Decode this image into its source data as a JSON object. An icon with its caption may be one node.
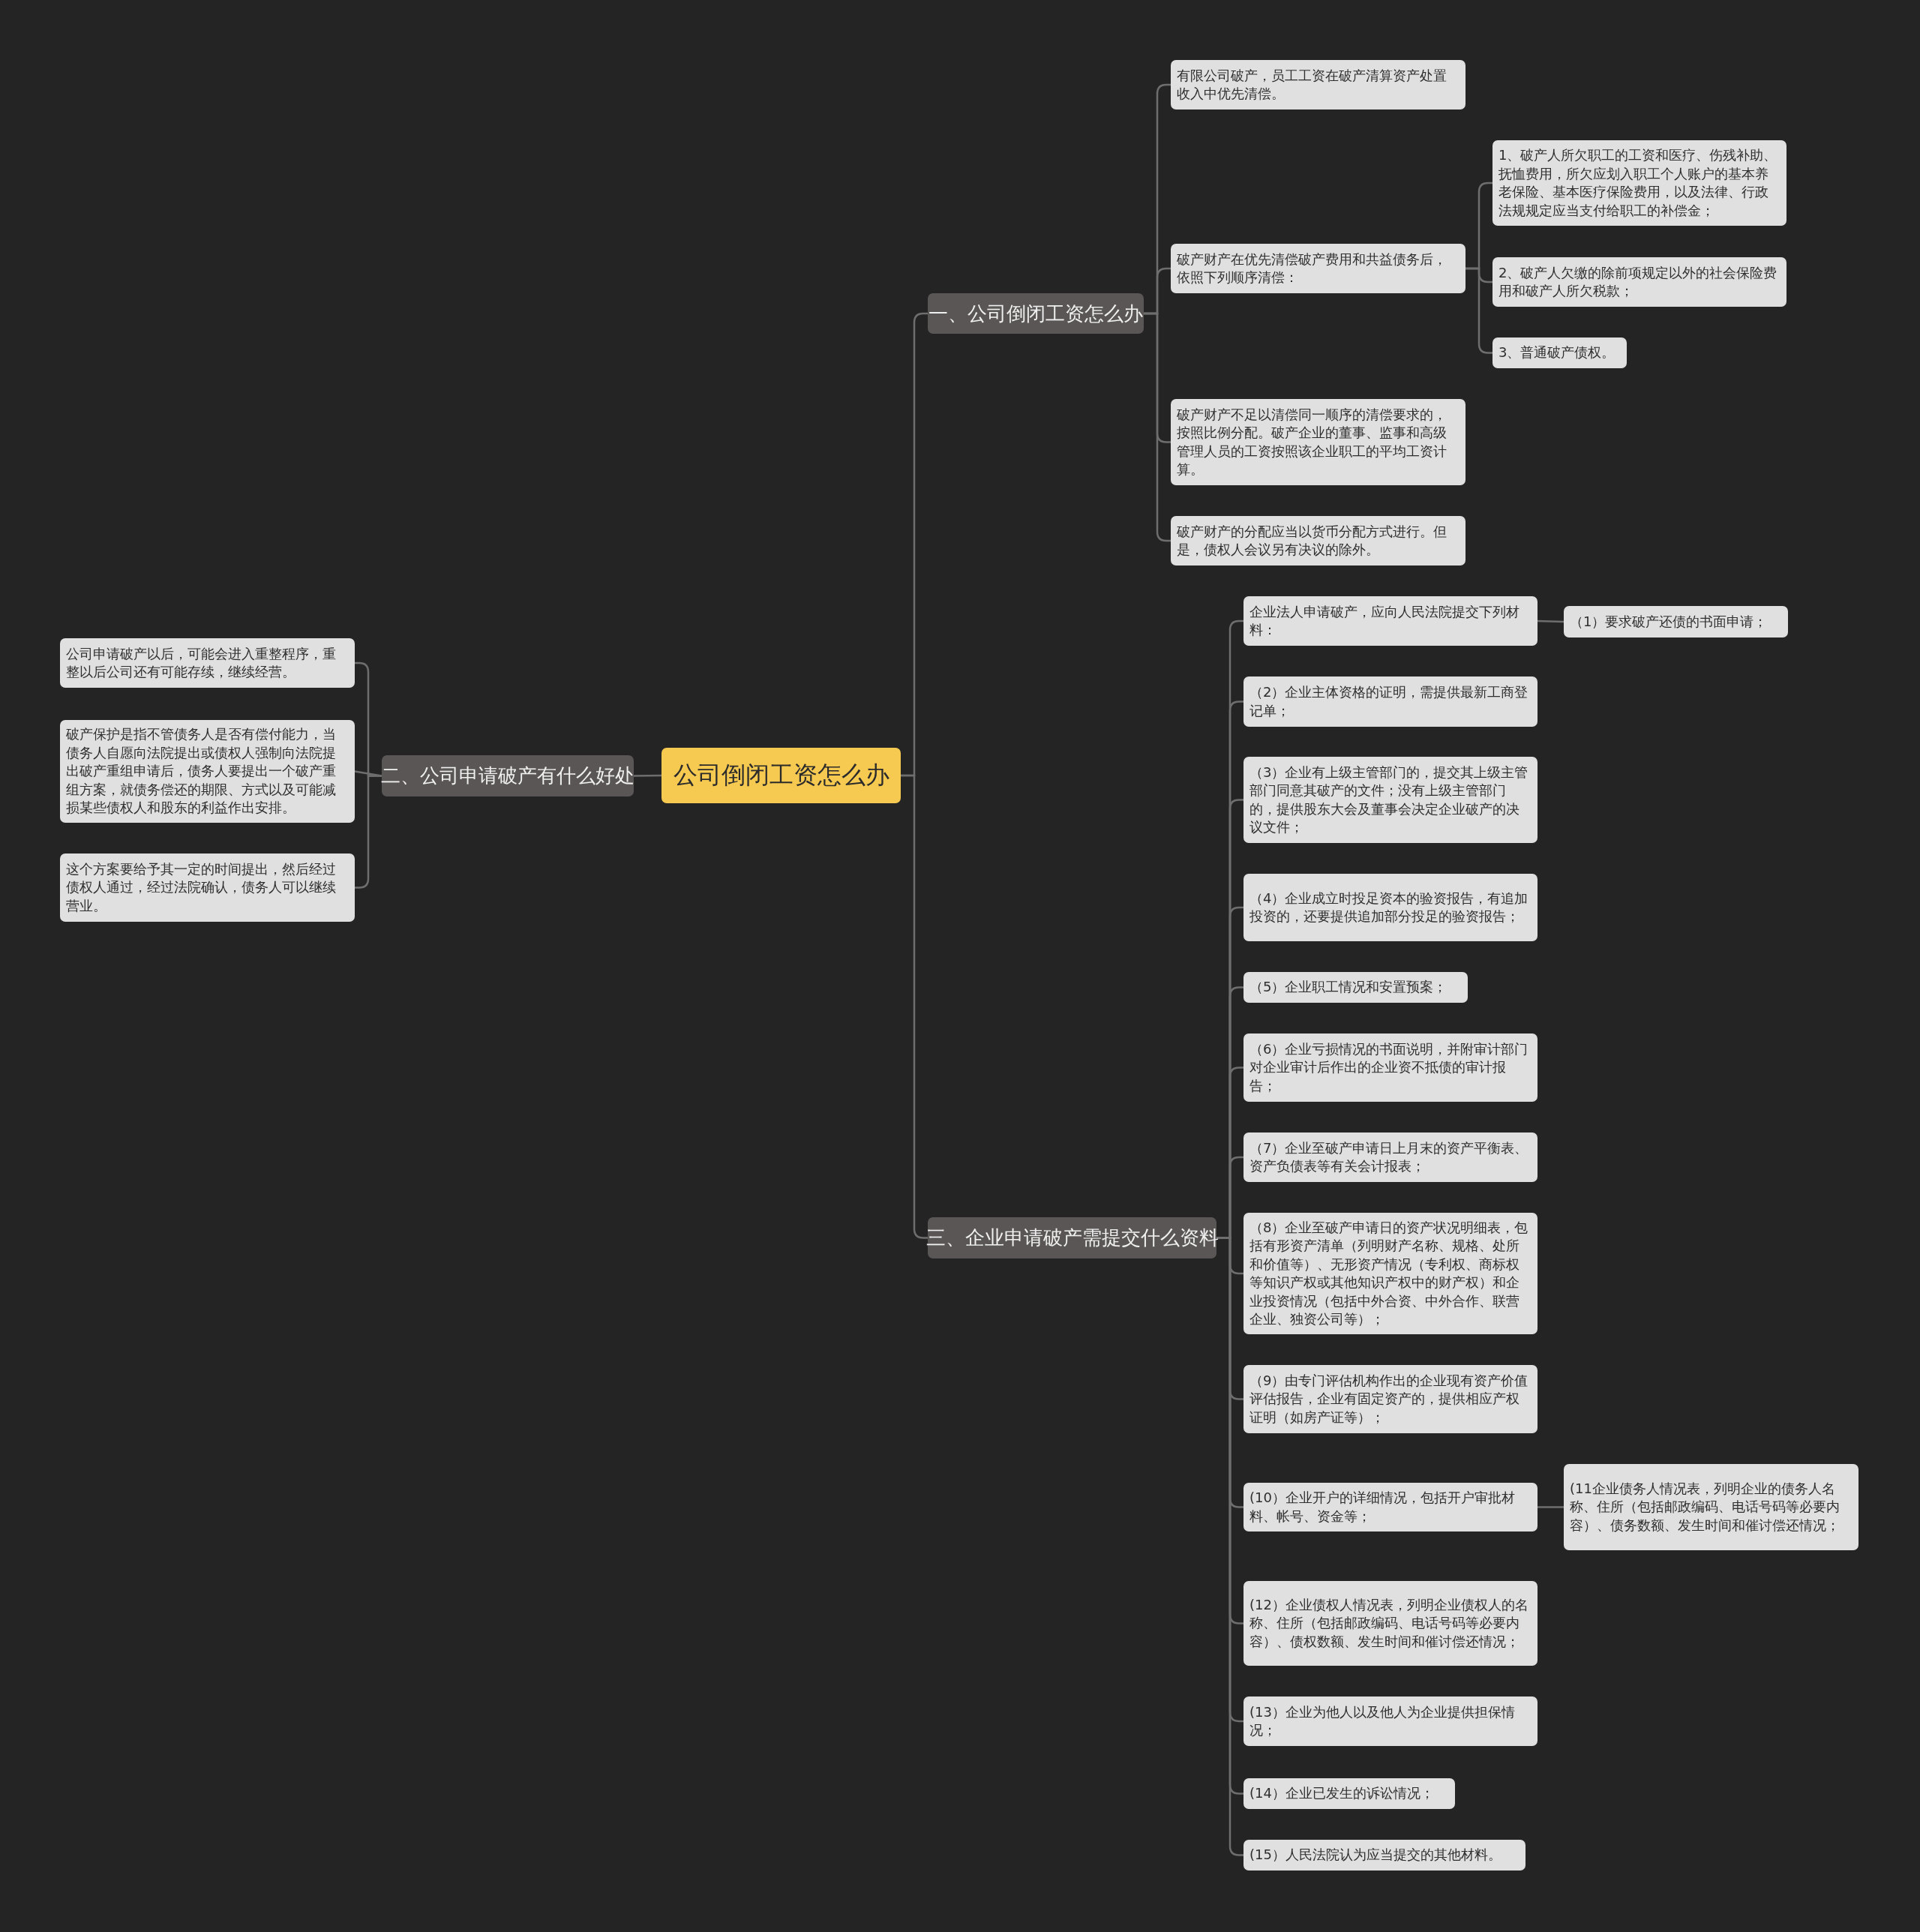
{
  "diagram": {
    "nodes": [
      {
        "text": [
          "公司倒闭工资怎么办"
        ]
      },
      {
        "text": [
          "一、公司倒闭工资怎么办"
        ]
      },
      {
        "text": [
          "有限公司破产，员工工资在破产清算资产处置收入中优先清偿。"
        ]
      },
      {
        "text": [
          "破产财产在优先清偿破产费用和共益债务后，依照下列顺序清偿："
        ]
      },
      {
        "text": [
          "1、破产人所欠职工的工资和医疗、伤残补助、抚恤费用，所欠应划入职工个人账户的基本养老保险、基本医疗保险费用，以及法律、行政法规规定应当支付给职工的补偿金；"
        ]
      },
      {
        "text": [
          "2、破产人欠缴的除前项规定以外的社会保险费用和破产人所欠税款；"
        ]
      },
      {
        "text": [
          "3、普通破产债权。"
        ]
      },
      {
        "text": [
          "破产财产不足以清偿同一顺序的清偿要求的，按照比例分配。破产企业的董事、监事和高级管理人员的工资按照该企业职工的平均工资计算。"
        ]
      },
      {
        "text": [
          "破产财产的分配应当以货币分配方式进行。但是，债权人会议另有决议的除外。"
        ]
      },
      {
        "text": [
          "二、公司申请破产有什么好处"
        ]
      },
      {
        "text": [
          "公司申请破产以后，可能会进入重整程序，重整以后公司还有可能存续，继续经营。"
        ]
      },
      {
        "text": [
          "破产保护是指不管债务人是否有偿付能力，当债务人自愿向法院提出或债权人强制向法院提出破产重组申请后，债务人要提出一个破产重组方案，就债务偿还的期限、方式以及可能减损某些债权人和股东的利益作出安排。"
        ]
      },
      {
        "text": [
          "这个方案要给予其一定的时间提出，然后经过债权人通过，经过法院确认，债务人可以继续营业。"
        ]
      },
      {
        "text": [
          "三、企业申请破产需提交什么资料"
        ]
      },
      {
        "text": [
          "企业法人申请破产，应向人民法院提交下列材料："
        ]
      },
      {
        "text": [
          "（1）要求破产还债的书面申请；"
        ]
      },
      {
        "text": [
          "（2）企业主体资格的证明，需提供最新工商登记单；"
        ]
      },
      {
        "text": [
          "（3）企业有上级主管部门的，提交其上级主管部门同意其破产的文件；没有上级主管部门的，提供股东大会及董事会决定企业破产的决议文件；"
        ]
      },
      {
        "text": [
          "（4）企业成立时投足资本的验资报告，有追加投资的，还要提供追加部分投足的验资报告；"
        ]
      },
      {
        "text": [
          "（5）企业职工情况和安置预案；"
        ]
      },
      {
        "text": [
          "（6）企业亏损情况的书面说明，并附审计部门对企业审计后作出的企业资不抵债的审计报告；"
        ]
      },
      {
        "text": [
          "（7）企业至破产申请日上月末的资产平衡表、资产负债表等有关会计报表；"
        ]
      },
      {
        "text": [
          "（8）企业至破产申请日的资产状况明细表，包括有形资产清单（列明财产名称、规格、处所和价值等）、无形资产情况（专利权、商标权等知识产权或其他知识产权中的财产权）和企业投资情况（包括中外合资、中外合作、联营企业、独资公司等）；"
        ]
      },
      {
        "text": [
          "（9）由专门评估机构作出的企业现有资产价值评估报告，企业有固定资产的，提供相应产权证明（如房产证等）；"
        ]
      },
      {
        "text": [
          "(10）企业开户的详细情况，包括开户审批材料、帐号、资金等；"
        ]
      },
      {
        "text": [
          "(11企业债务人情况表，列明企业的债务人名称、住所（包括邮政编码、电话号码等必要内容）、债务数额、发生时间和催讨偿还情况；"
        ]
      },
      {
        "text": [
          "(12）企业债权人情况表，列明企业债权人的名称、住所（包括邮政编码、电话号码等必要内容）、债权数额、发生时间和催讨偿还情况；"
        ]
      },
      {
        "text": [
          "(13）企业为他人以及他人为企业提供担保情况；"
        ]
      },
      {
        "text": [
          "(14）企业已发生的诉讼情况；"
        ]
      },
      {
        "text": [
          "(15）人民法院认为应当提交的其他材料。"
        ]
      }
    ],
    "edges": [
      {
        "from": 0,
        "to": 1,
        "arrow": "none"
      },
      {
        "from": 1,
        "to": 2,
        "arrow": "none"
      },
      {
        "from": 1,
        "to": 3,
        "arrow": "none"
      },
      {
        "from": 3,
        "to": 4,
        "arrow": "none"
      },
      {
        "from": 3,
        "to": 5,
        "arrow": "none"
      },
      {
        "from": 3,
        "to": 6,
        "arrow": "none"
      },
      {
        "from": 1,
        "to": 7,
        "arrow": "none"
      },
      {
        "from": 1,
        "to": 8,
        "arrow": "none"
      },
      {
        "from": 0,
        "to": 9,
        "arrow": "none"
      },
      {
        "from": 9,
        "to": 10,
        "arrow": "none"
      },
      {
        "from": 9,
        "to": 11,
        "arrow": "none"
      },
      {
        "from": 9,
        "to": 12,
        "arrow": "none"
      },
      {
        "from": 0,
        "to": 13,
        "arrow": "none"
      },
      {
        "from": 13,
        "to": 14,
        "arrow": "none"
      },
      {
        "from": 14,
        "to": 15,
        "arrow": "none"
      },
      {
        "from": 13,
        "to": 16,
        "arrow": "none"
      },
      {
        "from": 13,
        "to": 17,
        "arrow": "none"
      },
      {
        "from": 13,
        "to": 18,
        "arrow": "none"
      },
      {
        "from": 13,
        "to": 19,
        "arrow": "none"
      },
      {
        "from": 13,
        "to": 20,
        "arrow": "none"
      },
      {
        "from": 13,
        "to": 21,
        "arrow": "none"
      },
      {
        "from": 13,
        "to": 22,
        "arrow": "none"
      },
      {
        "from": 13,
        "to": 23,
        "arrow": "none"
      },
      {
        "from": 13,
        "to": 24,
        "arrow": "none"
      },
      {
        "from": 24,
        "to": 25,
        "arrow": "none"
      },
      {
        "from": 13,
        "to": 26,
        "arrow": "none"
      },
      {
        "from": 13,
        "to": 27,
        "arrow": "none"
      },
      {
        "from": 13,
        "to": 28,
        "arrow": "none"
      },
      {
        "from": 13,
        "to": 29,
        "arrow": "none"
      }
    ]
  }
}
